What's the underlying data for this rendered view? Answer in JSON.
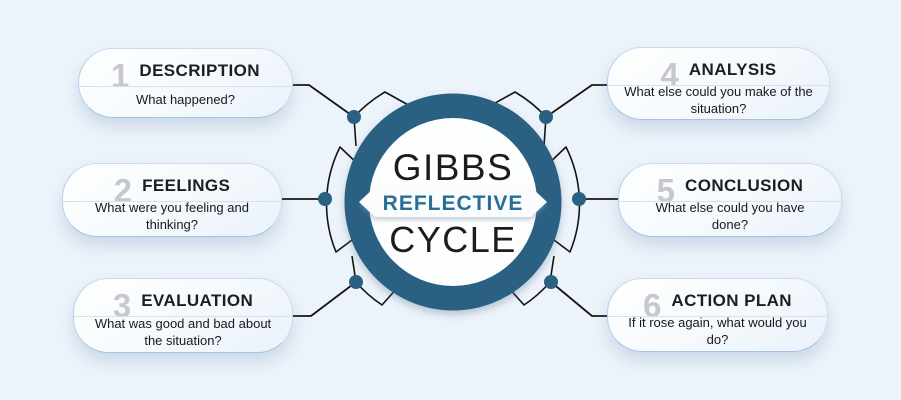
{
  "diagram_title": "Gibbs Reflective Cycle",
  "center": {
    "line1": "GIBBS",
    "line2": "REFLECTIVE",
    "line3": "CYCLE"
  },
  "steps": [
    {
      "number": "1",
      "title": "DESCRIPTION",
      "question": "What happened?",
      "side": "left"
    },
    {
      "number": "2",
      "title": "FEELINGS",
      "question": "What were you feeling and thinking?",
      "side": "left"
    },
    {
      "number": "3",
      "title": "EVALUATION",
      "question": "What was good and bad about the situation?",
      "side": "left"
    },
    {
      "number": "4",
      "title": "ANALYSIS",
      "question": "What else could you make of the situation?",
      "side": "right"
    },
    {
      "number": "5",
      "title": "CONCLUSION",
      "question": "What else could you have done?",
      "side": "right"
    },
    {
      "number": "6",
      "title": "ACTION PLAN",
      "question": "If it rose again, what would you do?",
      "side": "right"
    }
  ],
  "colors": {
    "background": "#edf3fa",
    "ring": "#2a6182",
    "accent_text": "#2a6e93",
    "center_text": "#1c1c1c",
    "connector_line": "#141414",
    "connector_dot": "#2a6182",
    "step_number": "#c6c8cb",
    "card_border": "#a5c2e2",
    "banner": "#fafcfe"
  }
}
